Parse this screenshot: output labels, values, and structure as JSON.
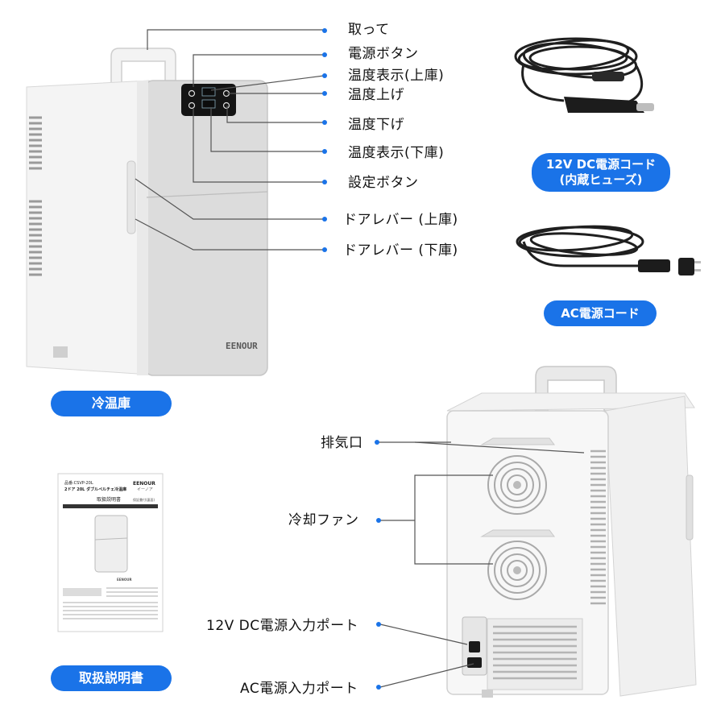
{
  "front_labels": {
    "handle": "取って",
    "power_button": "電源ボタン",
    "temp_display_upper": "温度表示(上庫)",
    "temp_up": "温度上げ",
    "temp_down": "温度下げ",
    "temp_display_lower": "温度表示(下庫)",
    "setting_button": "設定ボタン",
    "door_lever_upper": "ドアレバー (上庫)",
    "door_lever_lower": "ドアレバー (下庫)"
  },
  "back_labels": {
    "exhaust": "排気口",
    "cooling_fan": "冷却ファン",
    "dc_port": "12V DC電源入力ポート",
    "ac_port": "AC電源入力ポート"
  },
  "badges": {
    "fridge": "冷温庫",
    "manual": "取扱説明書",
    "dc_cord_line1": "12V DC電源コード",
    "dc_cord_line2": "(内蔵ヒューズ)",
    "ac_cord": "AC電源コード"
  },
  "product": {
    "brand": "EENOUR"
  },
  "manual_doc": {
    "model": "品番:CSVP-20L",
    "title": "2ドア 20L ダブルペルチェ冷温庫",
    "brand": "EENOUR",
    "brand_sub": "イーノア",
    "heading": "取扱説明書",
    "heading_note": "保証書付(裏面)",
    "small_brand": "EENOUR"
  },
  "colors": {
    "accent": "#1a73e8",
    "line": "#555555"
  }
}
